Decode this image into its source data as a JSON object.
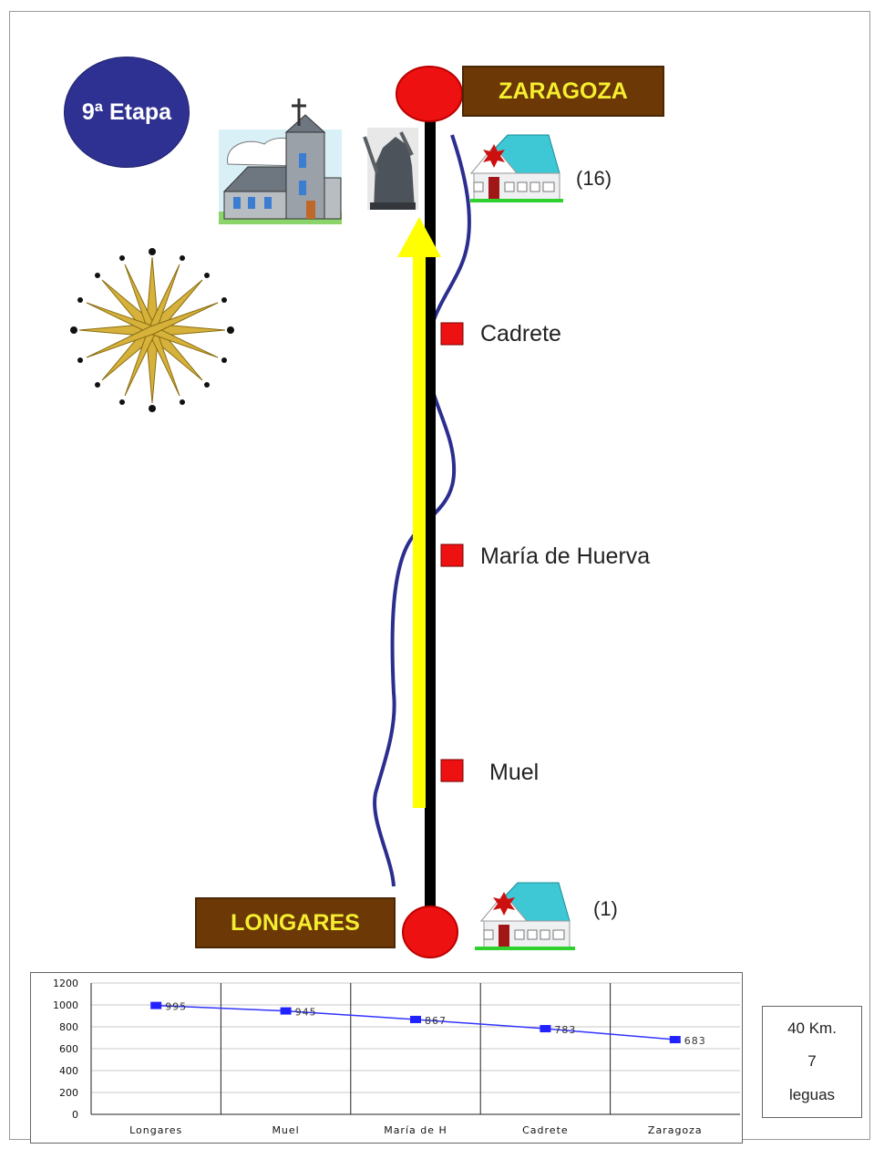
{
  "stage_badge": "9ª Etapa",
  "route": {
    "start": "LONGARES",
    "end": "ZARAGOZA",
    "stops": [
      "Muel",
      "María de Huerva",
      "Cadrete"
    ],
    "lodging": [
      {
        "label": "(1)"
      },
      {
        "label": "(16)"
      }
    ]
  },
  "icons": [
    "church-icon",
    "monument-statue-icon",
    "compass-rose-icon",
    "albergue-house-icon",
    "stop-marker-icon"
  ],
  "colors": {
    "badge": "#2f3192",
    "city_box": "#6b3806",
    "city_text": "#f5ee30",
    "road": "#000000",
    "direction_arrow": "#ffff00",
    "river": "#2b2e8f",
    "city_marker": "#ee1111",
    "stop_marker": "#ee1111",
    "profile_line": "#3333ff"
  },
  "distance": {
    "km": "40 Km.",
    "leagues_value": "7",
    "leagues_label": "leguas"
  },
  "chart_data": {
    "type": "line",
    "categories": [
      "Longares",
      "Muel",
      "María de H",
      "Cadrete",
      "Zaragoza"
    ],
    "series": [
      {
        "values": [
          995,
          945,
          867,
          783,
          683
        ]
      }
    ],
    "data_labels": [
      "995",
      "945",
      "867",
      "783",
      "683"
    ],
    "y_ticks": [
      "0",
      "200",
      "400",
      "600",
      "800",
      "1000",
      "1200"
    ],
    "ylim": [
      0,
      1200
    ],
    "grid": "vertical-category-lines",
    "title": "",
    "xlabel": "",
    "ylabel": ""
  }
}
